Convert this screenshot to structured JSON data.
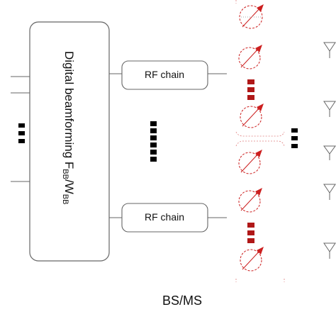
{
  "digital_block": {
    "label_main": "Digital beamforming F",
    "label_sub1": "BB",
    "label_sep": "/W",
    "label_sub2": "BB"
  },
  "rf_chains": [
    {
      "label": "RF chain"
    },
    {
      "label": "RF chain"
    }
  ],
  "caption": "BS/MS",
  "colors": {
    "stroke": "#555555",
    "box_fill": "#ffffff",
    "phase_shifter": "#cc1f1f",
    "dots_black": "#000000",
    "dots_red": "#b01818"
  },
  "icons": {
    "phase_shifter": "phase-shifter-icon",
    "antenna": "antenna-icon",
    "ellipsis": "vertical-dots-icon"
  }
}
